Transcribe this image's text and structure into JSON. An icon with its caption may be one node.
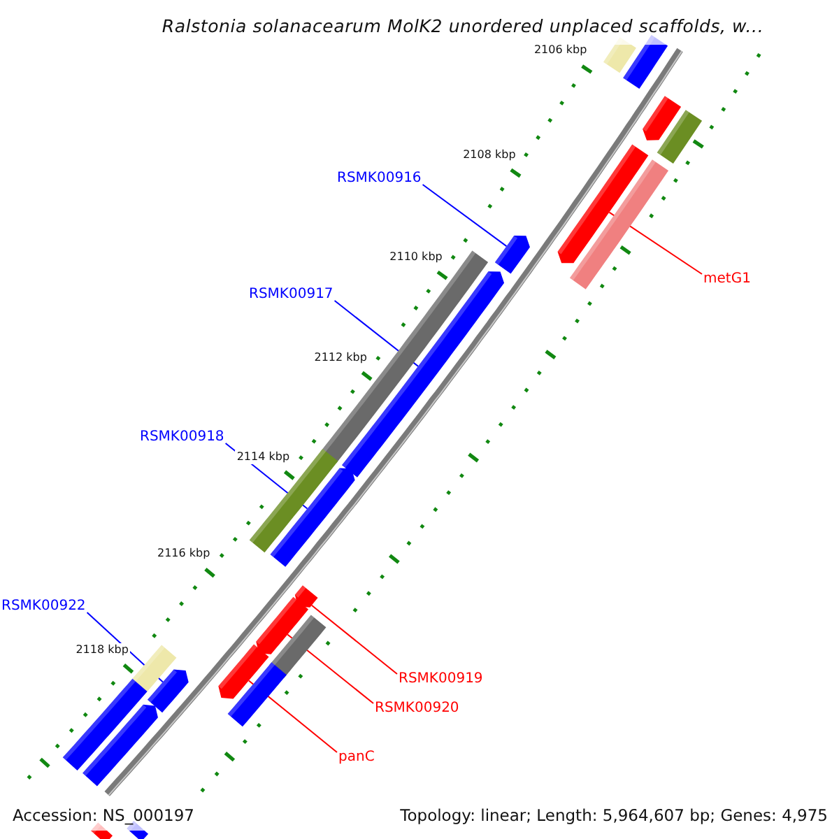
{
  "diagram": {
    "title": "Ralstonia solanacearum MolK2 unordered unplaced scaffolds, w...",
    "nodes": [
      {
        "text": [
          "RSMK00916"
        ]
      },
      {
        "text": [
          "metG1"
        ]
      },
      {
        "text": [
          "RSMK00917"
        ]
      },
      {
        "text": [
          "RSMK00918"
        ]
      },
      {
        "text": [
          "RSMK00922"
        ]
      },
      {
        "text": [
          "RSMK00919"
        ]
      },
      {
        "text": [
          "RSMK00920"
        ]
      },
      {
        "text": [
          "panC"
        ]
      },
      {
        "text": [],
        "shape": "bar"
      },
      {
        "text": [],
        "shape": "bar"
      },
      {
        "text": [],
        "shape": "bar"
      },
      {
        "text": [],
        "shape": "bar"
      },
      {
        "text": [],
        "shape": "bar"
      },
      {
        "text": [],
        "shape": "bar"
      },
      {
        "text": [],
        "shape": "bar"
      },
      {
        "text": [],
        "shape": "bar"
      },
      {
        "text": [],
        "shape": "bar"
      },
      {
        "text": [],
        "shape": "bar"
      },
      {
        "text": [],
        "shape": "bar"
      },
      {
        "text": [],
        "shape": "bar"
      },
      {
        "text": [],
        "shape": "bar"
      },
      {
        "text": [],
        "shape": "bar"
      },
      {
        "text": [],
        "shape": "bar"
      },
      {
        "text": [],
        "shape": "bar"
      },
      {
        "text": [],
        "shape": "bar"
      },
      {
        "text": [],
        "shape": "bar"
      },
      {
        "text": [],
        "shape": "bar"
      },
      {
        "text": [],
        "shape": "bar"
      },
      {
        "text": [],
        "shape": "bar"
      },
      {
        "text": [],
        "shape": "bar"
      }
    ],
    "edges": [
      {
        "from": 0,
        "to": 14,
        "arrow": "none",
        "color": "#0000ff"
      },
      {
        "from": 1,
        "to": 12,
        "arrow": "none",
        "color": "#ff0000"
      },
      {
        "from": 2,
        "to": 16,
        "arrow": "none",
        "color": "#0000ff"
      },
      {
        "from": 3,
        "to": 18,
        "arrow": "none",
        "color": "#0000ff"
      },
      {
        "from": 4,
        "to": 25,
        "arrow": "none",
        "color": "#0000ff"
      },
      {
        "from": 5,
        "to": 19,
        "arrow": "none",
        "color": "#ff0000"
      },
      {
        "from": 6,
        "to": 20,
        "arrow": "none",
        "color": "#ff0000"
      },
      {
        "from": 7,
        "to": 22,
        "arrow": "none",
        "color": "#ff0000"
      }
    ],
    "labels": [
      "2106 kbp",
      "2108 kbp",
      "2110 kbp",
      "2112 kbp",
      "2114 kbp",
      "2116 kbp",
      "2118 kbp",
      "Accession: NS_000197",
      "Topology: linear; Length: 5,964,607 bp; Genes: 4,975"
    ]
  }
}
